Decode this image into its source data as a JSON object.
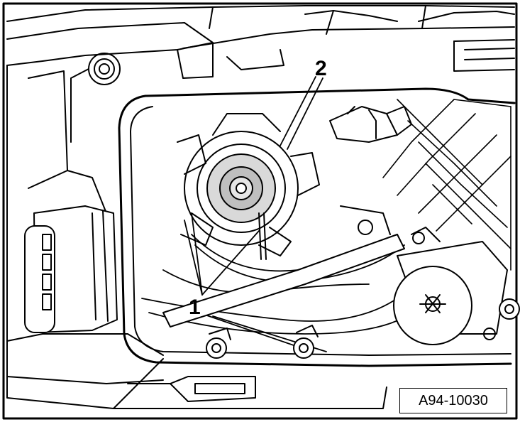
{
  "figure": {
    "reference_code": "A94-10030",
    "callouts": [
      {
        "id": "callout-1",
        "label": "1"
      },
      {
        "id": "callout-2",
        "label": "2"
      }
    ]
  }
}
